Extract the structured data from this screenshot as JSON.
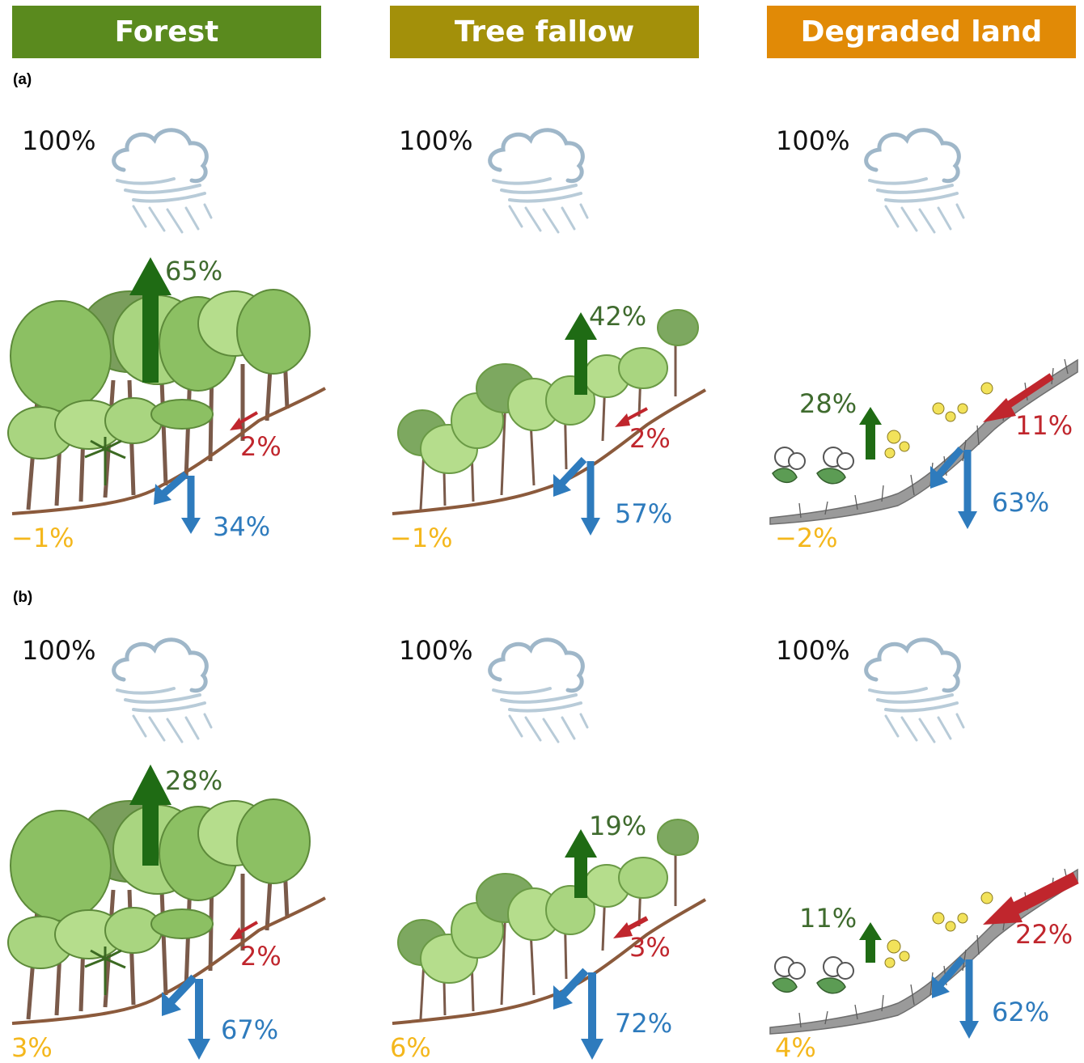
{
  "colors": {
    "forest": "#5a8a1e",
    "tree_fallow": "#a3900a",
    "degraded_land": "#e18a06",
    "et_arrow": "#1f6b14",
    "runoff_arrow": "#c0262d",
    "infiltration_arrow": "#2e7bbd",
    "storage_text": "#f4b71c"
  },
  "headers": [
    "Forest",
    "Tree fallow",
    "Degraded land"
  ],
  "panels": [
    {
      "label": "(a)",
      "columns": [
        {
          "rain": "100%",
          "et": "65%",
          "runoff": "2%",
          "infiltration": "34%",
          "storage": "−1%"
        },
        {
          "rain": "100%",
          "et": "42%",
          "runoff": "2%",
          "infiltration": "57%",
          "storage": "−1%"
        },
        {
          "rain": "100%",
          "et": "28%",
          "runoff": "11%",
          "infiltration": "63%",
          "storage": "−2%"
        }
      ]
    },
    {
      "label": "(b)",
      "columns": [
        {
          "rain": "100%",
          "et": "28%",
          "runoff": "2%",
          "infiltration": "67%",
          "storage": "3%"
        },
        {
          "rain": "100%",
          "et": "19%",
          "runoff": "3%",
          "infiltration": "72%",
          "storage": "6%"
        },
        {
          "rain": "100%",
          "et": "11%",
          "runoff": "22%",
          "infiltration": "62%",
          "storage": "4%"
        }
      ]
    }
  ]
}
